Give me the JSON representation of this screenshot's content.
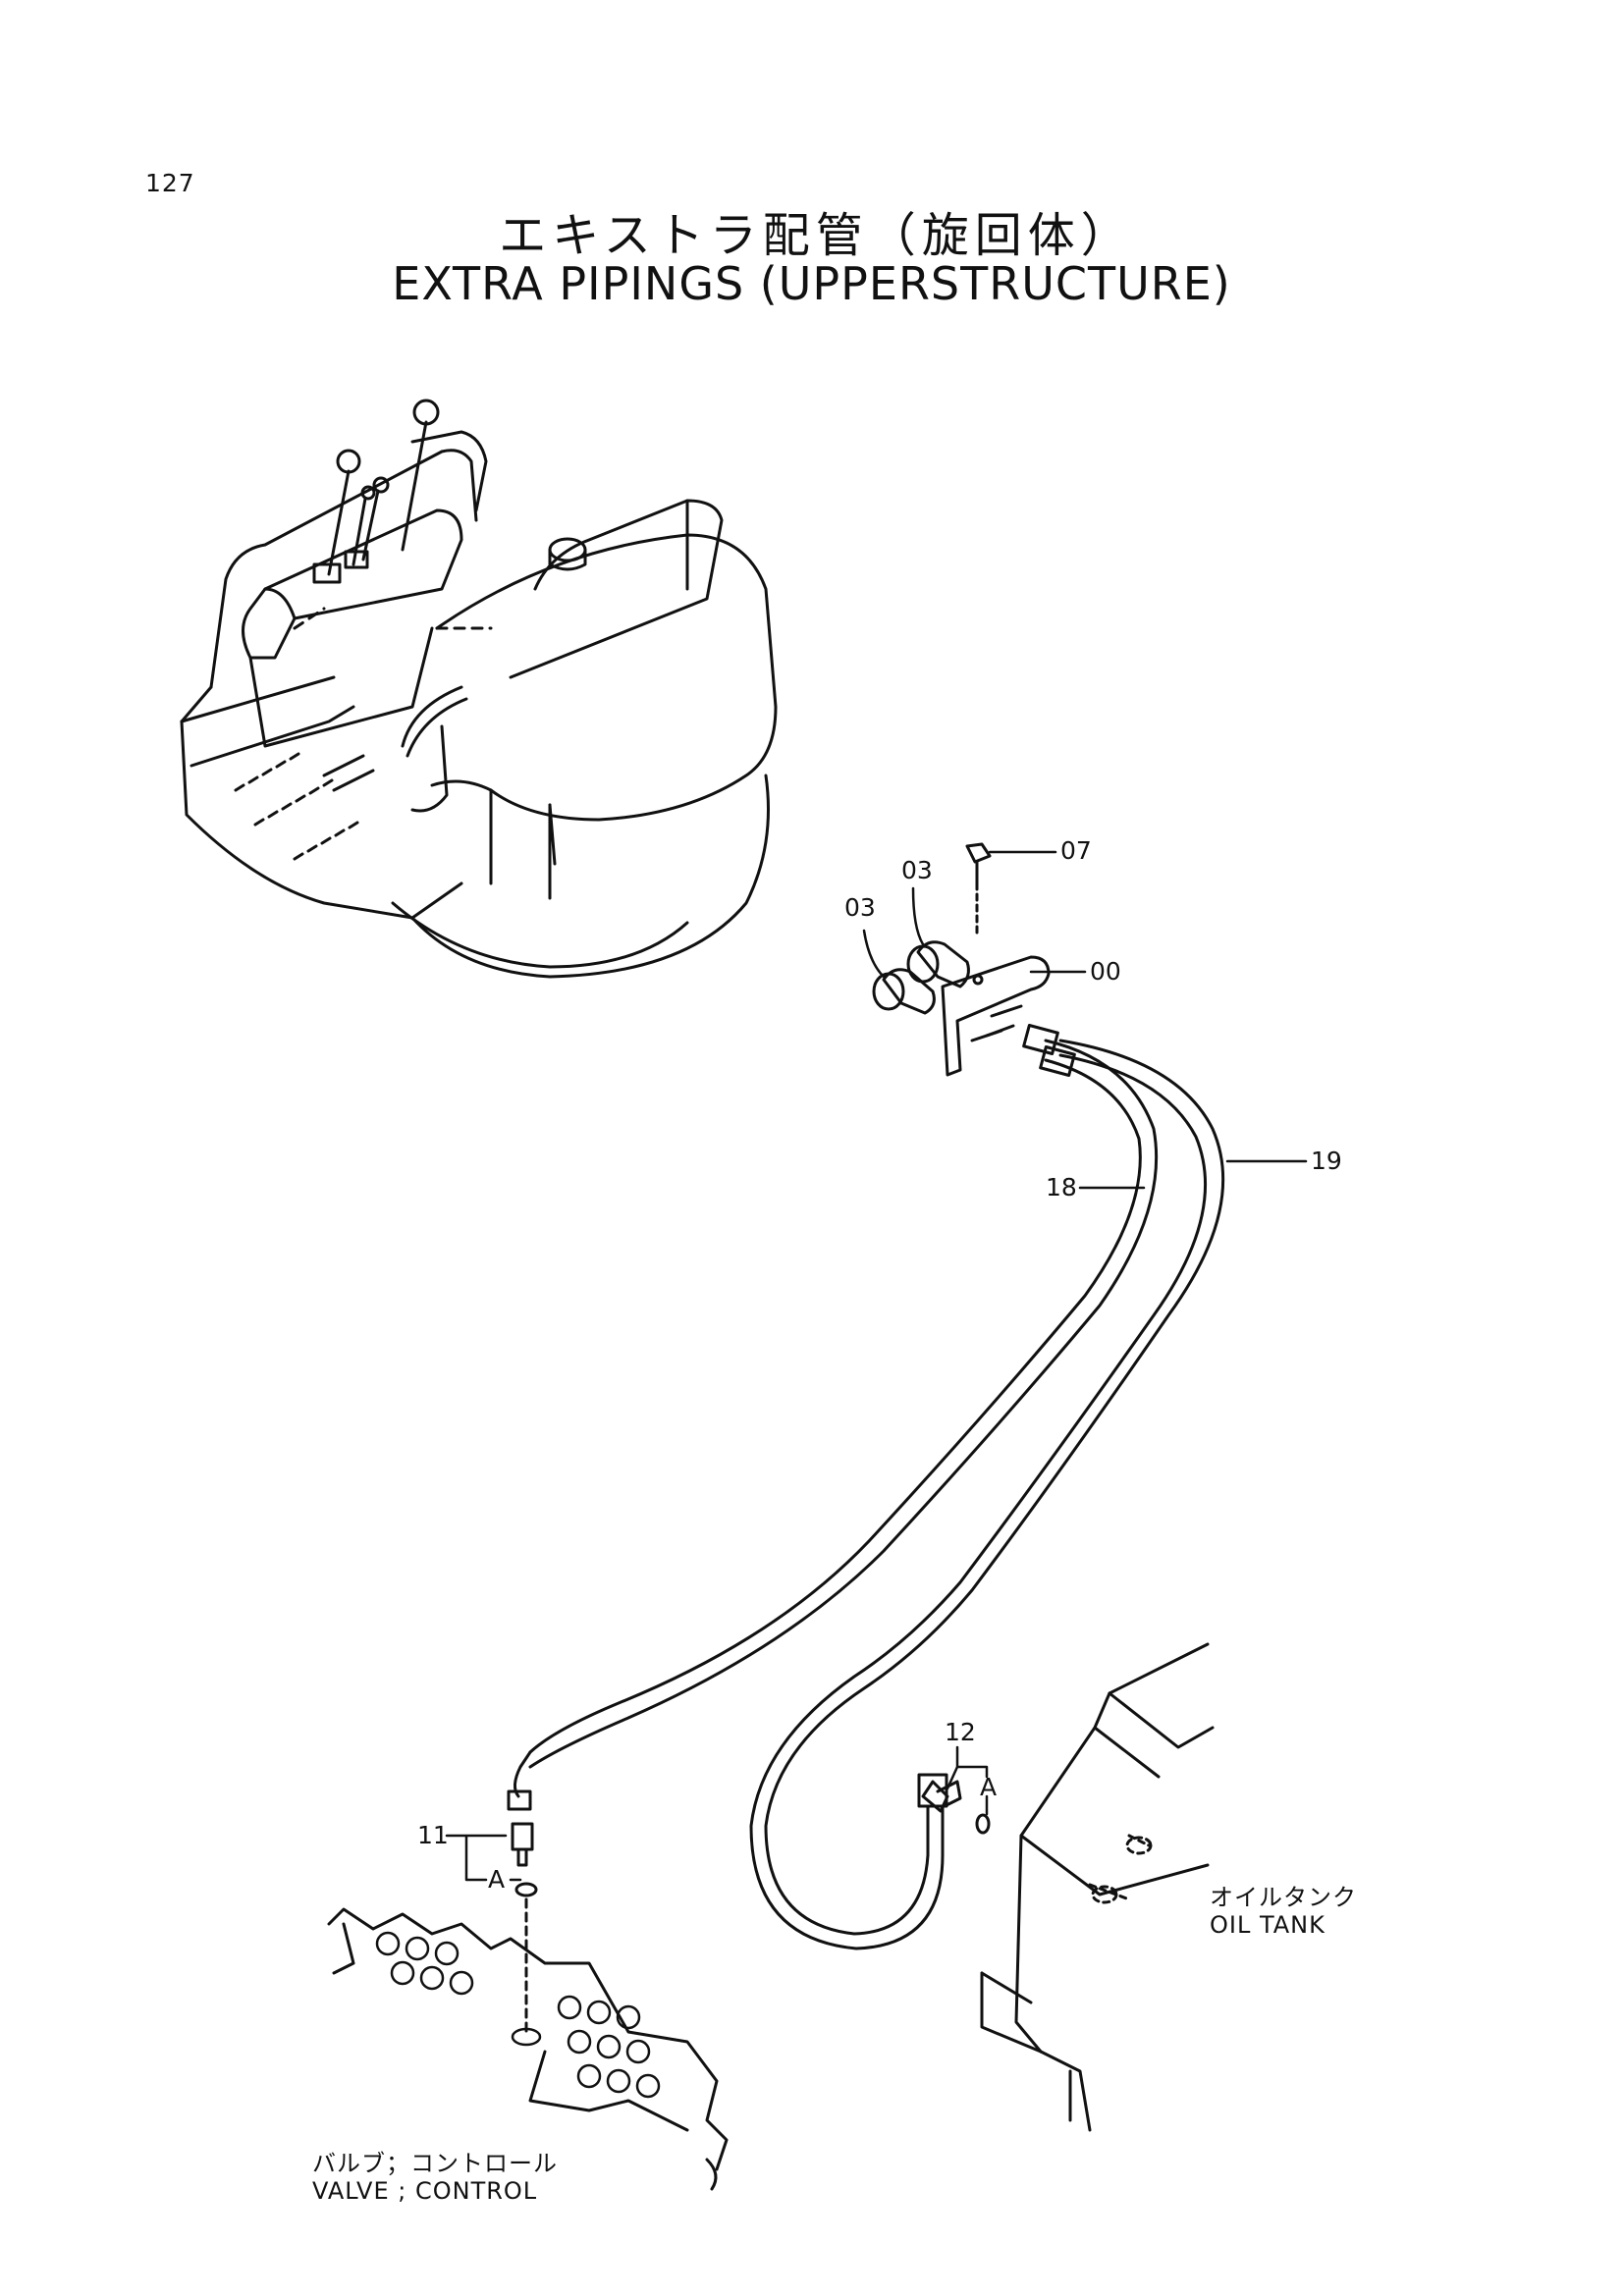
{
  "page": {
    "number": "127",
    "title_jp": "エキストラ配管（旋回体）",
    "title_en": "EXTRA PIPINGS (UPPERSTRUCTURE)"
  },
  "callouts": {
    "c00": "00",
    "c03a": "03",
    "c03b": "03",
    "c07": "07",
    "c11": "11",
    "c12": "12",
    "c18": "18",
    "c19": "19",
    "detail_a_left": "A",
    "detail_a_right": "A"
  },
  "captions": {
    "valve_jp": "バルブ；コントロール",
    "valve_en": "VALVE ; CONTROL",
    "tank_jp": "オイルタンク",
    "tank_en": "OIL TANK"
  }
}
